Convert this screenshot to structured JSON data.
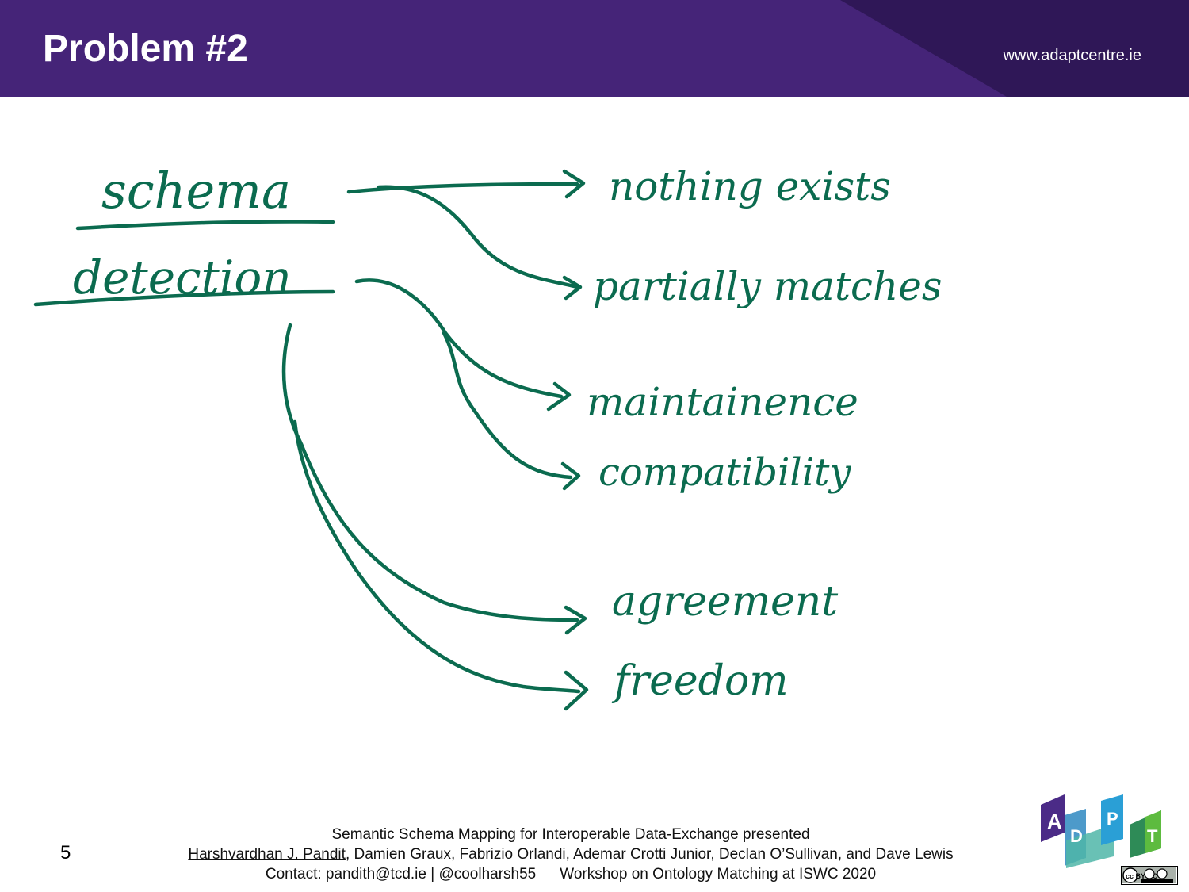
{
  "header": {
    "title": "Problem #2",
    "website": "www.adaptcentre.ie",
    "bg_color": "#452478"
  },
  "diagram": {
    "ink_color": "#0b6b4f",
    "sources": [
      "schema",
      "detection"
    ],
    "targets": [
      "nothing exists",
      "partially matches",
      "maintainence",
      "compatibility",
      "agreement",
      "freedom"
    ]
  },
  "footer": {
    "page_number": "5",
    "line1": "Semantic Schema Mapping for Interoperable Data-Exchange presented",
    "author_link": "Harshvardhan J. Pandit",
    "coauthors": ", Damien Graux, Fabrizio Orlandi, Ademar Crotti Junior, Declan O’Sullivan, and Dave Lewis",
    "contact": "Contact: pandith@tcd.ie | @coolharsh55",
    "venue": "Workshop on Ontology Matching at ISWC 2020"
  },
  "logo": {
    "letters": [
      "A",
      "D",
      "P",
      "T"
    ],
    "license_text": "cc BY NC"
  }
}
